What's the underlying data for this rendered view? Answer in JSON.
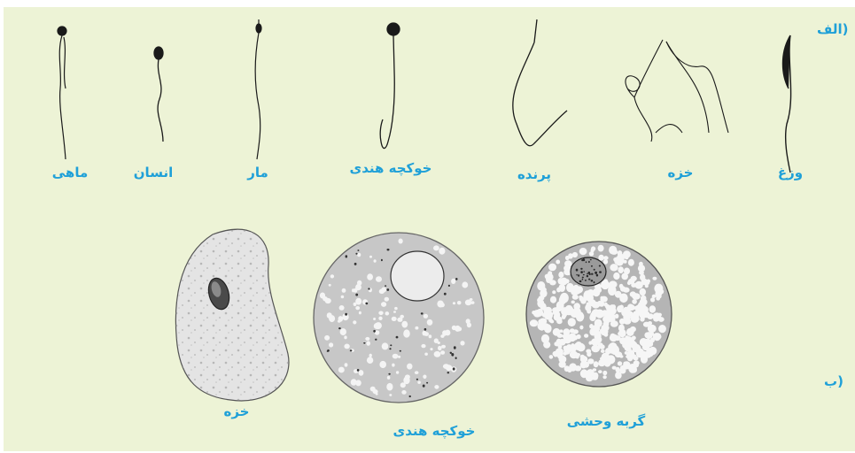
{
  "part_a": {
    "label": "(الف"
  },
  "part_b": {
    "label": "(ب"
  },
  "sperm_labels": [
    "وزغ",
    "خزه",
    "پرنده",
    "خوکچه هندی",
    "مار",
    "انسان",
    "ماهی"
  ],
  "egg_labels": [
    "گربه وحشی",
    "خوکچه هندی",
    "خزه"
  ],
  "colors": {
    "background": "#edf3d6",
    "label": "#1fa0d8",
    "ink": "#1a1a1a",
    "egg_fill": "#b9b9b9"
  }
}
